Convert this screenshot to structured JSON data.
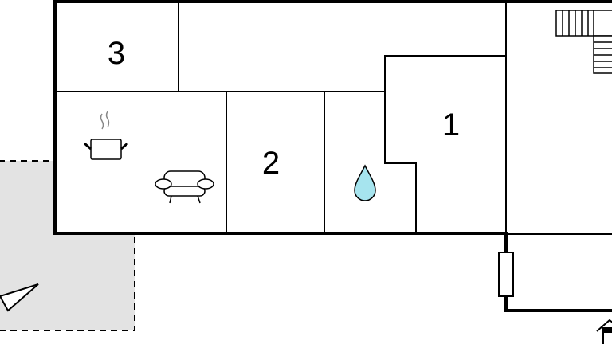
{
  "floorplan": {
    "rooms": [
      {
        "label": "3"
      },
      {
        "label": "2"
      },
      {
        "label": "1"
      }
    ],
    "icons": [
      "kitchen-pot-icon",
      "armchair-icon",
      "water-drop-icon",
      "stairs-icon",
      "window-icon",
      "entrance-icon",
      "terrace-arrow-icon"
    ],
    "colors": {
      "wall": "#000000",
      "terrace": "#e3e3e3",
      "water": "#a6e4ee"
    }
  }
}
